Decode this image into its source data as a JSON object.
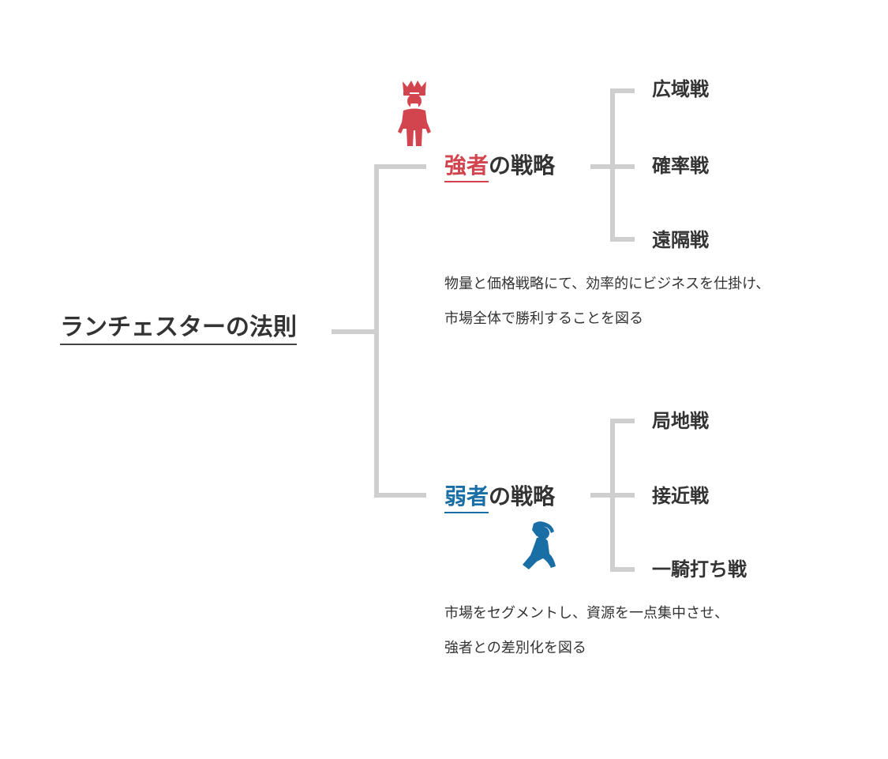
{
  "colors": {
    "line": "#cfcfcf",
    "strong": "#d2454f",
    "weak": "#1a6ea6",
    "text": "#333333"
  },
  "root": {
    "title": "ランチェスターの法則"
  },
  "strong": {
    "highlight": "強者",
    "suffix": "の戦略",
    "icon": "king-icon",
    "tactics": [
      "広域戦",
      "確率戦",
      "遠隔戦"
    ],
    "description": [
      "物量と価格戦略にて、効率的にビジネスを仕掛け、",
      "市場全体で勝利することを図る"
    ]
  },
  "weak": {
    "highlight": "弱者",
    "suffix": "の戦略",
    "icon": "kneeling-person-icon",
    "tactics": [
      "局地戦",
      "接近戦",
      "一騎打ち戦"
    ],
    "description": [
      "市場をセグメントし、資源を一点集中させ、",
      "強者との差別化を図る"
    ]
  }
}
